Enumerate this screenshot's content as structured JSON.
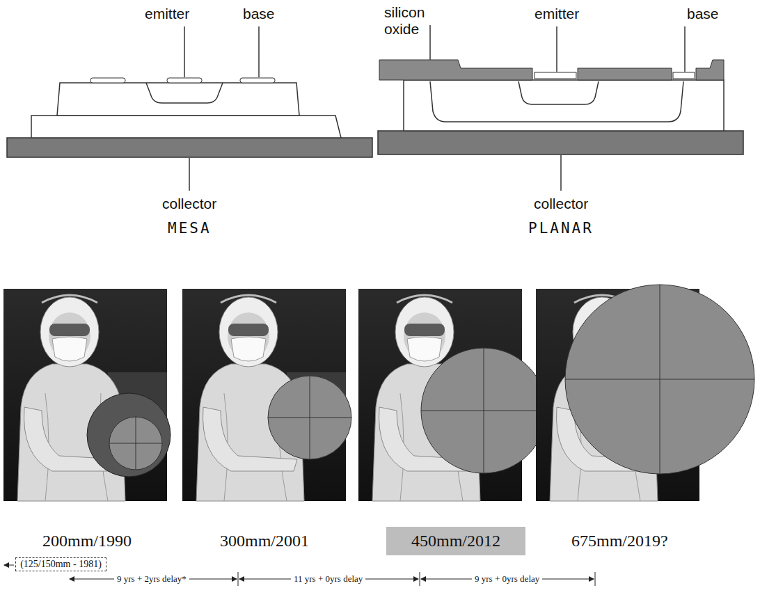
{
  "diagram": {
    "nodes": [
      {
        "text": [
          "450mm/2012"
        ]
      },
      {
        "text": [
          "(125/150mm - 1981)"
        ]
      }
    ],
    "labels": [
      "emitter",
      "base",
      "silicon oxide",
      "emitter",
      "base",
      "collector",
      "MESA",
      "collector",
      "PLANAR",
      "200mm/1990",
      "300mm/2001",
      "675mm/2019?",
      "9 yrs + 2yrs delay*",
      "11 yrs + 0yrs delay",
      "9 yrs + 0yrs delay"
    ]
  }
}
